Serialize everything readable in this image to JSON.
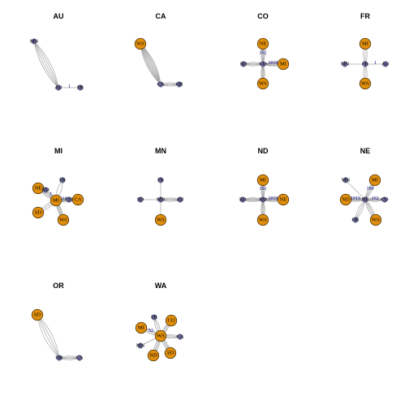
{
  "colors": {
    "node_fill": "#e08e0b",
    "node_stroke": "#3a2600",
    "edge_stroke": "#a6a6a6",
    "edge_label": "#00008b",
    "title": "#000000"
  },
  "panels": [
    {
      "title": "AU",
      "nodes": [
        {
          "id": "MN",
          "label": "MN",
          "big": false
        },
        {
          "id": "AU",
          "label": "AU",
          "big": false
        },
        {
          "id": "FR",
          "label": "FR",
          "big": false
        }
      ],
      "edges": [
        {
          "from": "MN",
          "to": "AU",
          "count": 5
        },
        {
          "from": "AU",
          "to": "FR",
          "count": 1,
          "label": "1"
        }
      ]
    },
    {
      "title": "CA",
      "nodes": [
        {
          "id": "WA",
          "label": "WA",
          "big": true
        },
        {
          "id": "CA",
          "label": "CA",
          "big": false
        },
        {
          "id": "OR",
          "label": "OR",
          "big": false
        }
      ],
      "edges": [
        {
          "from": "WA",
          "to": "CA",
          "count": 9
        },
        {
          "from": "CA",
          "to": "OR",
          "count": 4
        }
      ]
    },
    {
      "title": "CO",
      "nodes": [
        {
          "id": "NE",
          "label": "NE",
          "big": true
        },
        {
          "id": "SD",
          "label": "SD",
          "big": false
        },
        {
          "id": "CO",
          "label": "CO",
          "big": false
        },
        {
          "id": "MI",
          "label": "MI",
          "big": true
        },
        {
          "id": "WA",
          "label": "WA",
          "big": true
        }
      ],
      "edges": [
        {
          "from": "NE",
          "to": "CO",
          "count": 5,
          "label": "162"
        },
        {
          "from": "SD",
          "to": "CO",
          "count": 4
        },
        {
          "from": "CO",
          "to": "MI",
          "count": 6,
          "label": "1019"
        },
        {
          "from": "CO",
          "to": "WA",
          "count": 5
        }
      ]
    },
    {
      "title": "FR",
      "nodes": [
        {
          "id": "MI",
          "label": "MI",
          "big": true
        },
        {
          "id": "MN",
          "label": "MN",
          "big": false
        },
        {
          "id": "FR",
          "label": "FR",
          "big": false
        },
        {
          "id": "AU",
          "label": "AU",
          "big": false
        },
        {
          "id": "WA",
          "label": "WA",
          "big": true
        }
      ],
      "edges": [
        {
          "from": "MI",
          "to": "FR",
          "count": 3
        },
        {
          "from": "MN",
          "to": "FR",
          "count": 1
        },
        {
          "from": "FR",
          "to": "AU",
          "count": 1,
          "label": "1"
        },
        {
          "from": "FR",
          "to": "WA",
          "count": 3
        }
      ]
    },
    {
      "title": "MI",
      "nodes": [
        {
          "id": "FR",
          "label": "FR",
          "big": false
        },
        {
          "id": "NE",
          "label": "NE",
          "big": true
        },
        {
          "id": "ND",
          "label": "ND",
          "big": false
        },
        {
          "id": "MI",
          "label": "MI",
          "big": true
        },
        {
          "id": "CO",
          "label": "CO",
          "big": false
        },
        {
          "id": "CA",
          "label": "CA",
          "big": true
        },
        {
          "id": "SD",
          "label": "SD",
          "big": true
        },
        {
          "id": "WA",
          "label": "WA",
          "big": true
        }
      ],
      "edges": [
        {
          "from": "FR",
          "to": "MI",
          "count": 2
        },
        {
          "from": "NE",
          "to": "MI",
          "count": 4
        },
        {
          "from": "ND",
          "to": "MI",
          "count": 2,
          "label": "1"
        },
        {
          "from": "MI",
          "to": "CO",
          "count": 6,
          "label": "1019"
        },
        {
          "from": "MI",
          "to": "CA",
          "count": 3
        },
        {
          "from": "SD",
          "to": "MI",
          "count": 3
        },
        {
          "from": "MI",
          "to": "WA",
          "count": 5
        }
      ]
    },
    {
      "title": "MN",
      "nodes": [
        {
          "id": "FR",
          "label": "FR",
          "big": false
        },
        {
          "id": "SD",
          "label": "SD",
          "big": false
        },
        {
          "id": "MN",
          "label": "MN",
          "big": false
        },
        {
          "id": "AU",
          "label": "AU",
          "big": false
        },
        {
          "id": "WA",
          "label": "WA",
          "big": true
        }
      ],
      "edges": [
        {
          "from": "FR",
          "to": "MN",
          "count": 1
        },
        {
          "from": "SD",
          "to": "MN",
          "count": 1
        },
        {
          "from": "MN",
          "to": "AU",
          "count": 4
        },
        {
          "from": "MN",
          "to": "WA",
          "count": 1
        }
      ]
    },
    {
      "title": "ND",
      "nodes": [
        {
          "id": "MI",
          "label": "MI",
          "big": true
        },
        {
          "id": "SD",
          "label": "SD",
          "big": false
        },
        {
          "id": "ND",
          "label": "ND",
          "big": false
        },
        {
          "id": "NE",
          "label": "NE",
          "big": true
        },
        {
          "id": "WA",
          "label": "WA",
          "big": true
        }
      ],
      "edges": [
        {
          "from": "MI",
          "to": "ND",
          "count": 5,
          "label": "161"
        },
        {
          "from": "SD",
          "to": "ND",
          "count": 5
        },
        {
          "from": "ND",
          "to": "NE",
          "count": 6,
          "label": "1019"
        },
        {
          "from": "ND",
          "to": "WA",
          "count": 5
        }
      ]
    },
    {
      "title": "NE",
      "nodes": [
        {
          "id": "MN",
          "label": "MN",
          "big": false
        },
        {
          "id": "MI",
          "label": "MI",
          "big": true
        },
        {
          "id": "ND",
          "label": "ND",
          "big": true
        },
        {
          "id": "NE",
          "label": "NE",
          "big": false
        },
        {
          "id": "CO",
          "label": "CO",
          "big": false
        },
        {
          "id": "OR",
          "label": "OR",
          "big": false
        },
        {
          "id": "WA",
          "label": "WA",
          "big": true
        }
      ],
      "edges": [
        {
          "from": "MN",
          "to": "NE",
          "count": 1
        },
        {
          "from": "MI",
          "to": "NE",
          "count": 4,
          "label": "199"
        },
        {
          "from": "ND",
          "to": "NE",
          "count": 5,
          "label": "1019"
        },
        {
          "from": "NE",
          "to": "CO",
          "count": 5,
          "label": "162"
        },
        {
          "from": "OR",
          "to": "NE",
          "count": 3
        },
        {
          "from": "NE",
          "to": "WA",
          "count": 4
        }
      ]
    },
    {
      "title": "OR",
      "nodes": [
        {
          "id": "SD",
          "label": "SD",
          "big": true
        },
        {
          "id": "OR",
          "label": "OR",
          "big": false
        },
        {
          "id": "CA",
          "label": "CA",
          "big": false
        }
      ],
      "edges": [
        {
          "from": "SD",
          "to": "OR",
          "count": 4
        },
        {
          "from": "OR",
          "to": "CA",
          "count": 4
        }
      ]
    },
    {
      "title": "WA",
      "nodes": [
        {
          "id": "FR",
          "label": "FR",
          "big": false
        },
        {
          "id": "CO",
          "label": "CO",
          "big": true
        },
        {
          "id": "MI",
          "label": "MI",
          "big": true
        },
        {
          "id": "WA",
          "label": "WA",
          "big": true
        },
        {
          "id": "CA",
          "label": "CA",
          "big": false
        },
        {
          "id": "MN",
          "label": "MN",
          "big": false
        },
        {
          "id": "ND",
          "label": "ND",
          "big": true
        },
        {
          "id": "SD",
          "label": "SD",
          "big": true
        }
      ],
      "edges": [
        {
          "from": "FR",
          "to": "WA",
          "count": 3
        },
        {
          "from": "CO",
          "to": "WA",
          "count": 4
        },
        {
          "from": "MI",
          "to": "WA",
          "count": 4,
          "label": "52"
        },
        {
          "from": "WA",
          "to": "CA",
          "count": 4
        },
        {
          "from": "MN",
          "to": "WA",
          "count": 1
        },
        {
          "from": "ND",
          "to": "WA",
          "count": 4
        },
        {
          "from": "SD",
          "to": "WA",
          "count": 4
        }
      ]
    }
  ]
}
